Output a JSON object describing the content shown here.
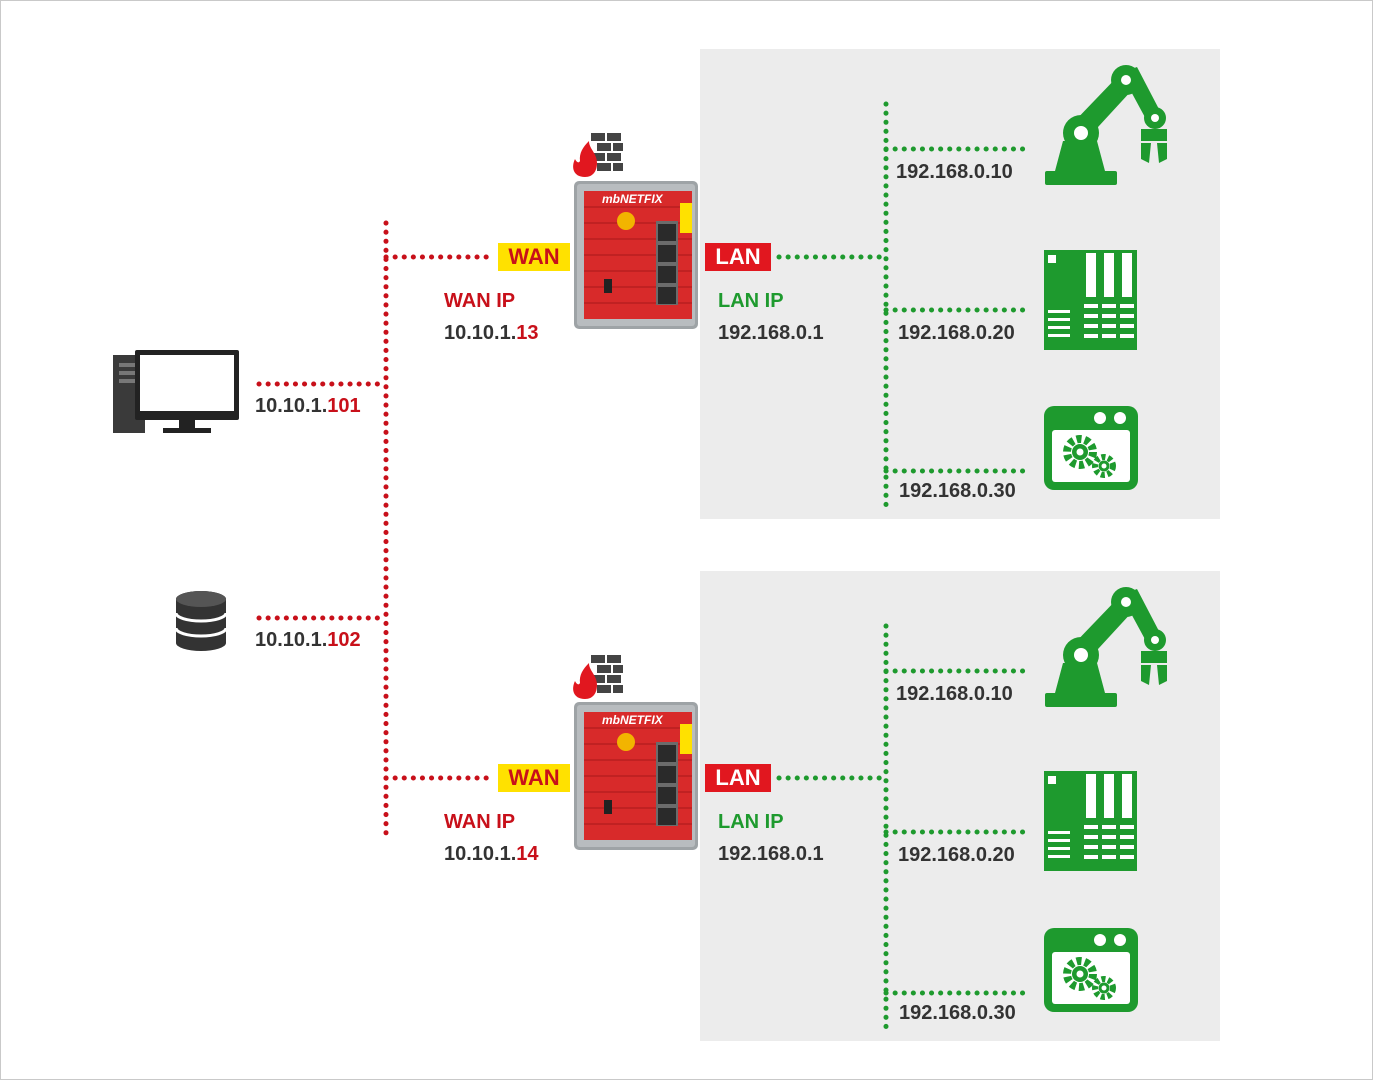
{
  "colors": {
    "wan_line": "#c8101a",
    "lan_line": "#1e9a2e",
    "wan_tag_bg": "#ffe100",
    "lan_tag_bg": "#e1171f",
    "device_green": "#1e9a2e",
    "lan_area_bg": "#ececec"
  },
  "clients": [
    {
      "icon": "desktop-computer-icon",
      "ip_prefix": "10.10.1.",
      "ip_suffix": "101"
    },
    {
      "icon": "database-icon",
      "ip_prefix": "10.10.1.",
      "ip_suffix": "102"
    }
  ],
  "routers": [
    {
      "brand": "mbNETFIX",
      "wan_tag": "WAN",
      "lan_tag": "LAN",
      "wan_ip_label": "WAN IP",
      "wan_ip_prefix": "10.10.1.",
      "wan_ip_suffix": "13",
      "lan_ip_label": "LAN IP",
      "lan_ip": "192.168.0.1",
      "devices": [
        {
          "icon": "robot-arm-icon",
          "ip": "192.168.0.10"
        },
        {
          "icon": "plc-icon",
          "ip": "192.168.0.20"
        },
        {
          "icon": "application-gears-icon",
          "ip": "192.168.0.30"
        }
      ]
    },
    {
      "brand": "mbNETFIX",
      "wan_tag": "WAN",
      "lan_tag": "LAN",
      "wan_ip_label": "WAN IP",
      "wan_ip_prefix": "10.10.1.",
      "wan_ip_suffix": "14",
      "lan_ip_label": "LAN IP",
      "lan_ip": "192.168.0.1",
      "devices": [
        {
          "icon": "robot-arm-icon",
          "ip": "192.168.0.10"
        },
        {
          "icon": "plc-icon",
          "ip": "192.168.0.20"
        },
        {
          "icon": "application-gears-icon",
          "ip": "192.168.0.30"
        }
      ]
    }
  ]
}
